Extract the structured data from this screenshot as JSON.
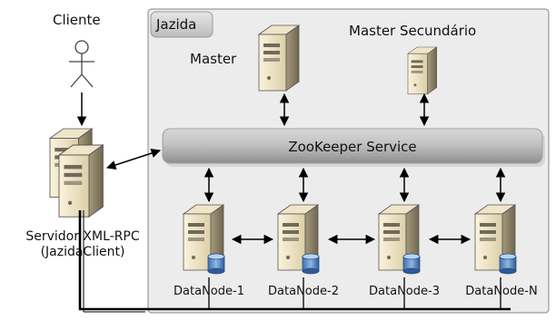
{
  "diagram": {
    "cluster_label": "Jazida",
    "client_label": "Cliente",
    "master_label": "Master",
    "secondary_master_label": "Master Secundário",
    "zookeeper_label": "ZooKeeper Service",
    "rpc_server_label_line1": "Servidor XML-RPC",
    "rpc_server_label_line2": "(JazidaClient)",
    "datanodes": [
      {
        "label": "DataNode-1"
      },
      {
        "label": "DataNode-2"
      },
      {
        "label": "DataNode-3"
      },
      {
        "label": "DataNode-N"
      }
    ]
  }
}
